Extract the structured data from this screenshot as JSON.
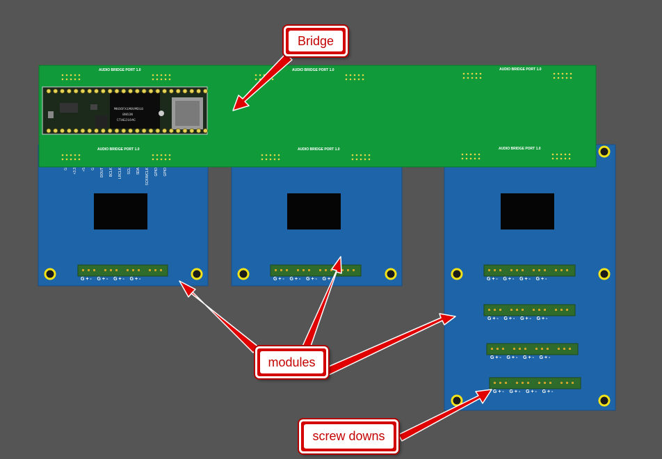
{
  "callouts": {
    "bridge": "Bridge",
    "modules": "modules",
    "screw_downs": "screw downs"
  },
  "bridge_board": {
    "port_label": "AUDIO BRIDGE PORT 1.0",
    "chip_lines": [
      "MK66FX1M0VMD18",
      "8N63N",
      "CTAE2164C"
    ]
  },
  "module_left": {
    "pin_labels": [
      "G",
      "+3.3",
      "+5",
      "G",
      "DOUT",
      "BCLK",
      "LRCLK",
      "SCL",
      "SDA",
      "SCK/MCLK",
      "GPIO",
      "GPIO"
    ]
  },
  "terminal_label": "G + -    G + -    G + -    G + -",
  "colors": {
    "background": "#555555",
    "bridge_green": "#109a3a",
    "module_blue": "#1e64a8",
    "callout_red": "#d40000"
  }
}
